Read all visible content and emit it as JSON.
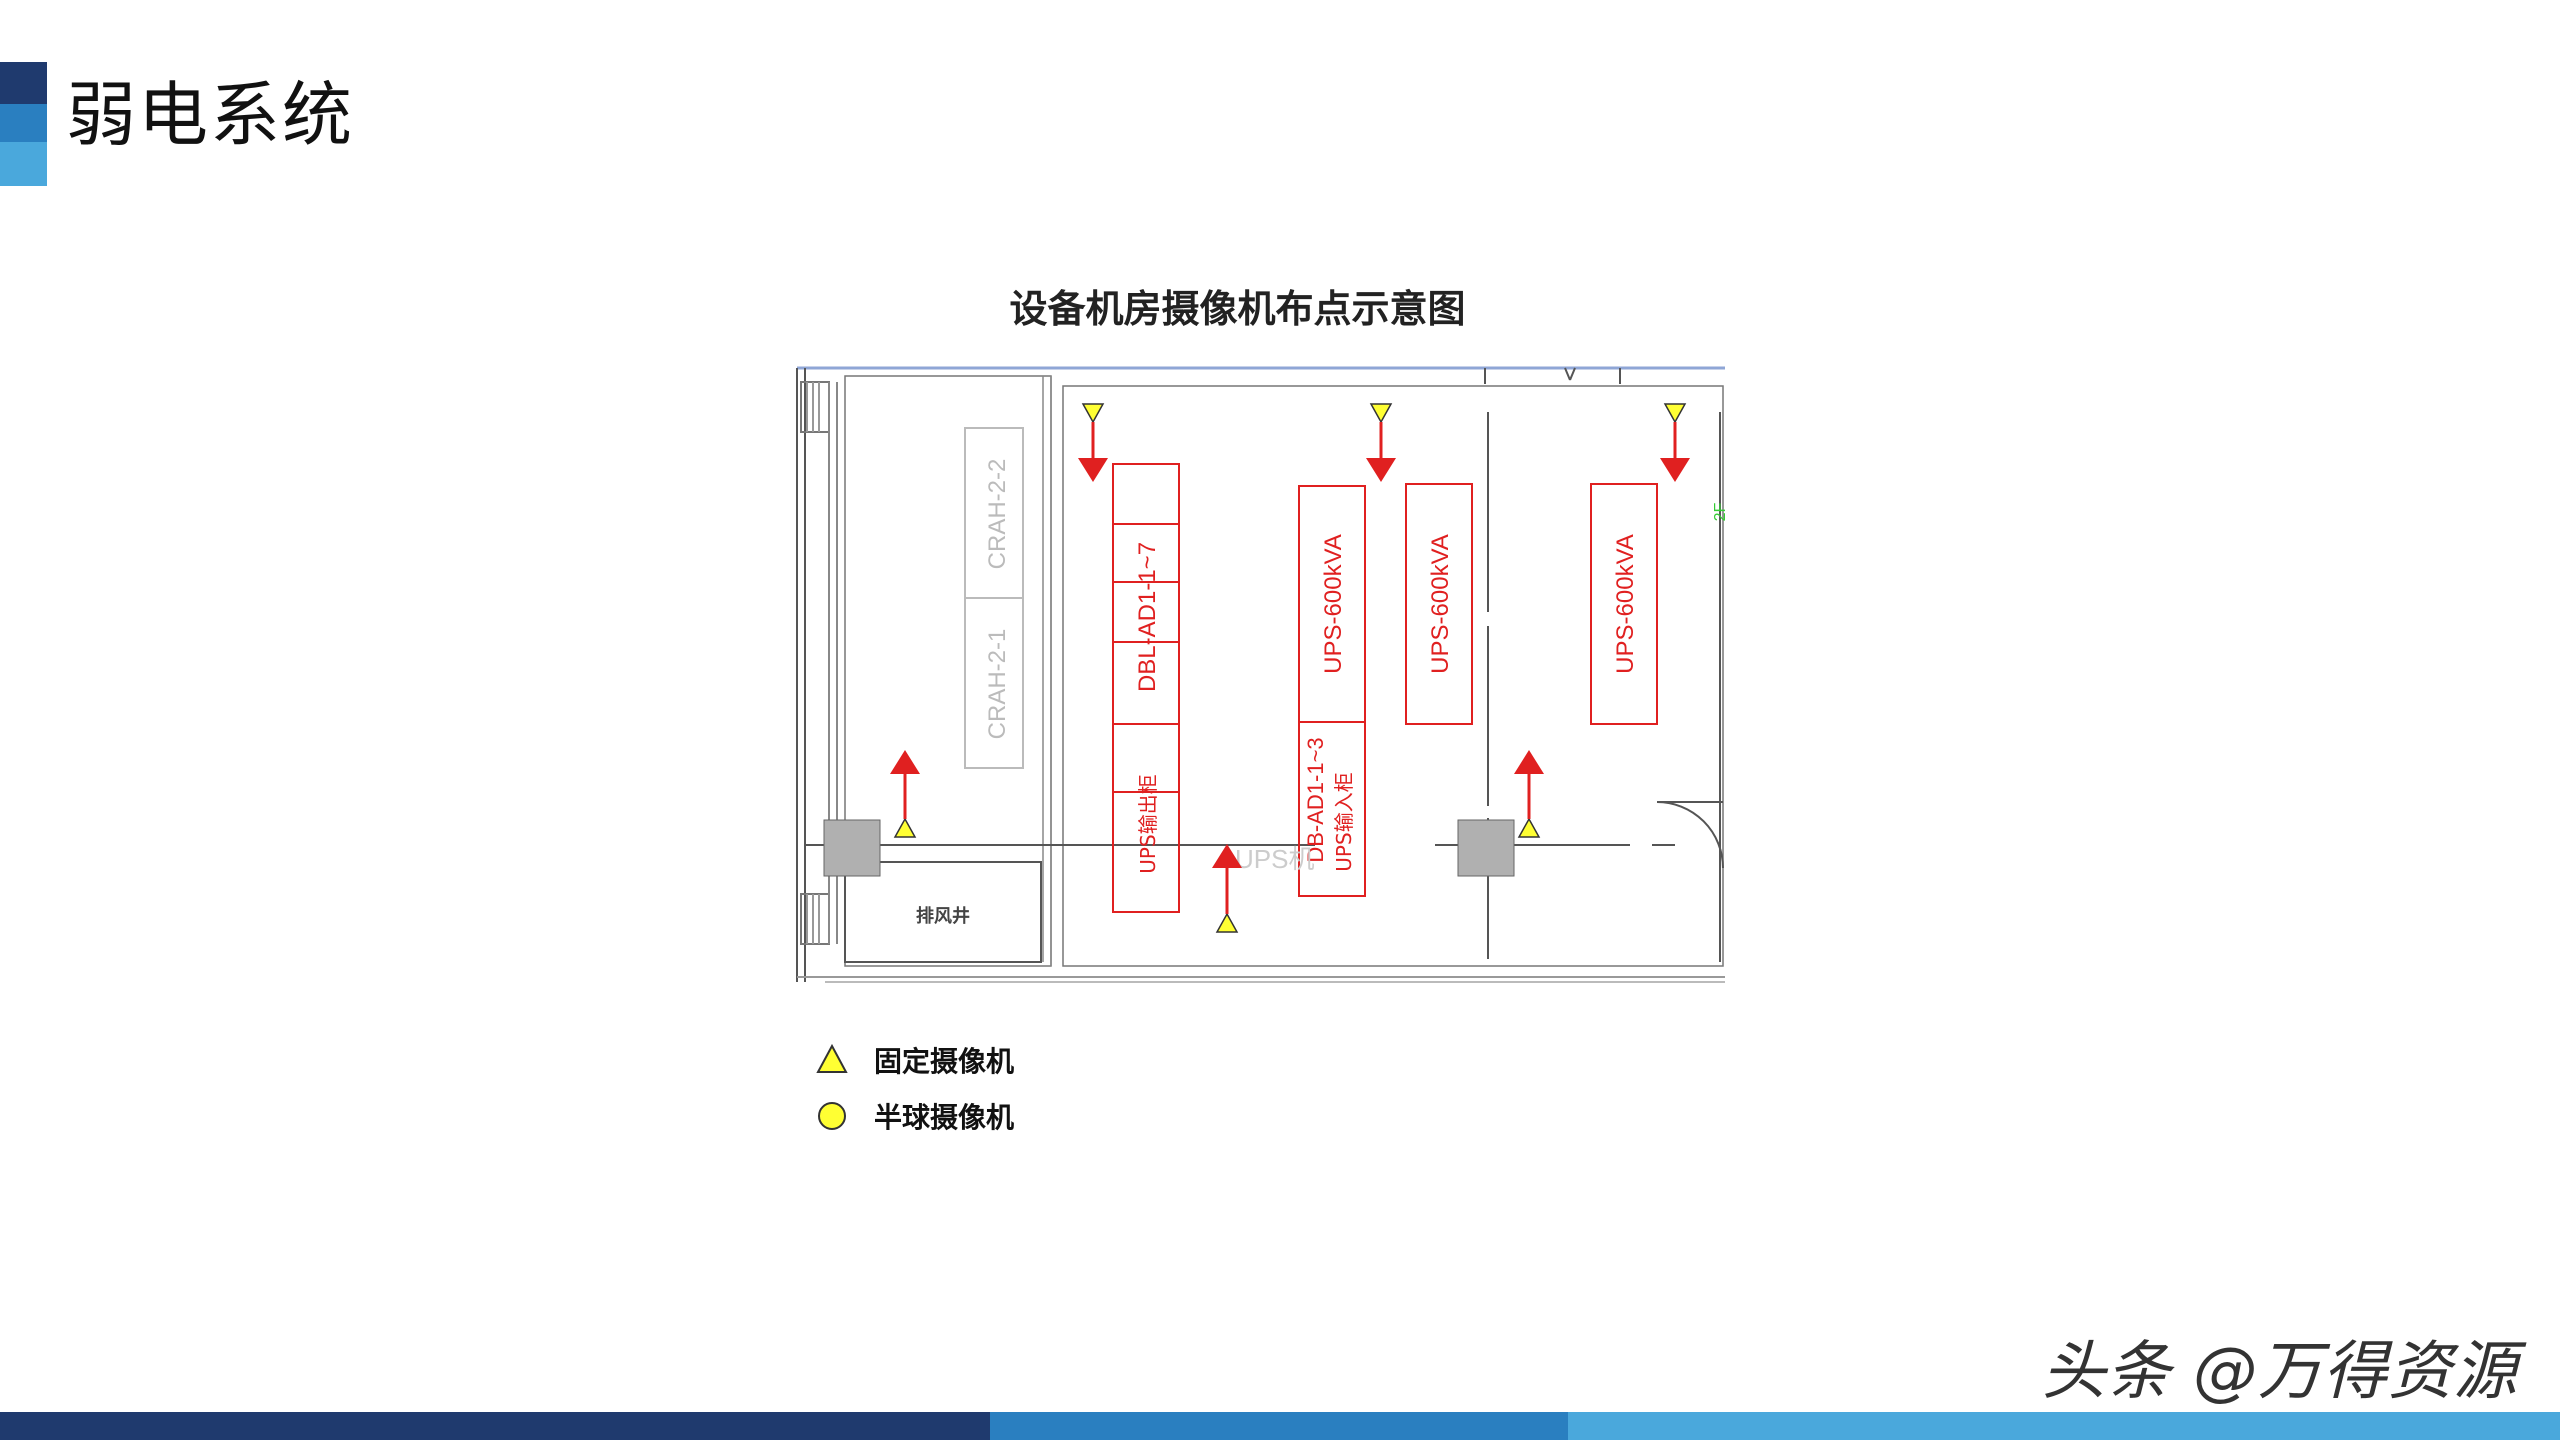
{
  "slide": {
    "title": "弱电系统",
    "watermark": "头条 @万得资源"
  },
  "diagram": {
    "title": "设备机房摄像机布点示意图",
    "labels": {
      "crah_2_2": "CRAH-2-2",
      "crah_2_1": "CRAH-2-1",
      "dbl_ad1": "DBL-AD1-1~7",
      "ups_out": "UPS输出柜",
      "ups_600_1": "UPS-600kVA",
      "ups_600_2": "UPS-600kVA",
      "ups_600_3": "UPS-600kVA",
      "db_ad1": "DB-AD1-1~3",
      "ups_in": "UPS输入柜",
      "ups_faint": "UPS机",
      "shaft": "排风井",
      "edge_mark": "2F"
    },
    "colors": {
      "equipment": "#e02020",
      "camera_fill": "#ffff33",
      "column": "#b0b0b0",
      "wall": "#555555"
    }
  },
  "legend": {
    "items": [
      {
        "icon": "triangle-icon",
        "label": "固定摄像机"
      },
      {
        "icon": "circle-icon",
        "label": "半球摄像机"
      }
    ]
  }
}
